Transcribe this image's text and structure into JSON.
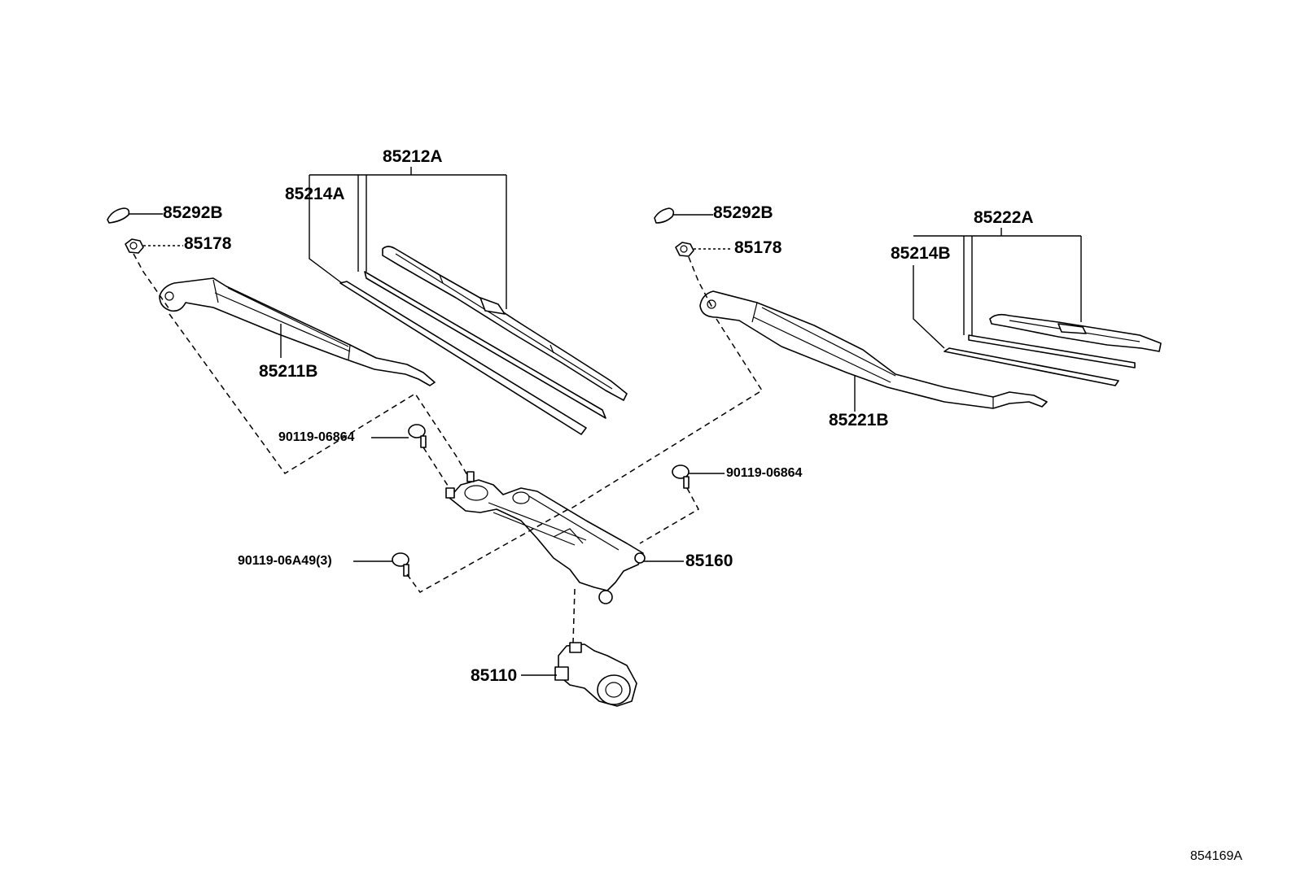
{
  "diagram": {
    "reference_code": "854169A",
    "callouts": {
      "blade_assy_left": "85212A",
      "blade_rubber_left": "85214A",
      "cap_left": "85292B",
      "nut_left": "85178",
      "arm_left": "85211B",
      "bolt_upper_left": "90119-06864",
      "bolt_right": "90119-06864",
      "bolt_lower_left": "90119-06A49(3)",
      "link_assy": "85160",
      "motor": "85110",
      "cap_right": "85292B",
      "nut_right": "85178",
      "blade_assy_right": "85222A",
      "blade_rubber_right": "85214B",
      "arm_right": "85221B"
    }
  }
}
